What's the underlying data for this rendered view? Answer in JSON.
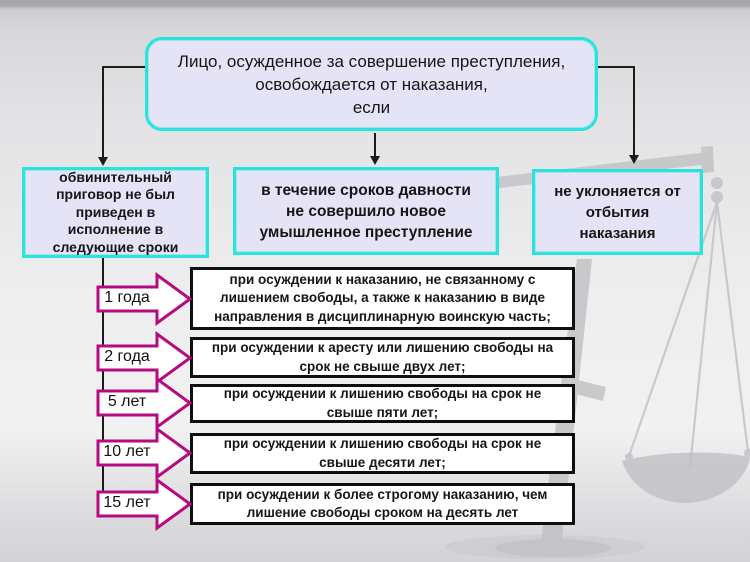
{
  "slide": {
    "title": "Лицо, осужденное за совершение преступления,\nосвобождается от наказания,\nесли",
    "conditions": [
      {
        "text": "обвинительный\nприговор не был\nприведен в\nисполнение в\nследующие сроки"
      },
      {
        "text": "в течение сроков давности\nне совершило новое\nумышленное преступление"
      },
      {
        "text": "не уклоняется от\nотбытия\nнаказания"
      }
    ],
    "terms": [
      {
        "label": "1 года",
        "text": "при осуждении к наказанию, не связанному с\nлишением свободы, а также к наказанию в виде\nнаправления в дисциплинарную воинскую часть;"
      },
      {
        "label": "2 года",
        "text": "при осуждении к аресту или лишению свободы на\nсрок не свыше двух лет;"
      },
      {
        "label": "5 лет",
        "text": "при осуждении к лишению свободы на срок не\nсвыше пяти лет;"
      },
      {
        "label": "10 лет",
        "text": "при осуждении к лишению свободы на срок не\nсвыше десяти лет;"
      },
      {
        "label": "15 лет",
        "text": "при осуждении к более строгому наказанию, чем\nлишение свободы сроком на десять лет"
      }
    ],
    "colors": {
      "accent_cyan": "#2BE2E0",
      "box_fill": "#E4E4F6",
      "arrow_magenta": "#B50B81",
      "line_black": "#1B1B1B",
      "watermark_gray": "#C1C1C5"
    },
    "watermark": "scales-of-justice"
  }
}
